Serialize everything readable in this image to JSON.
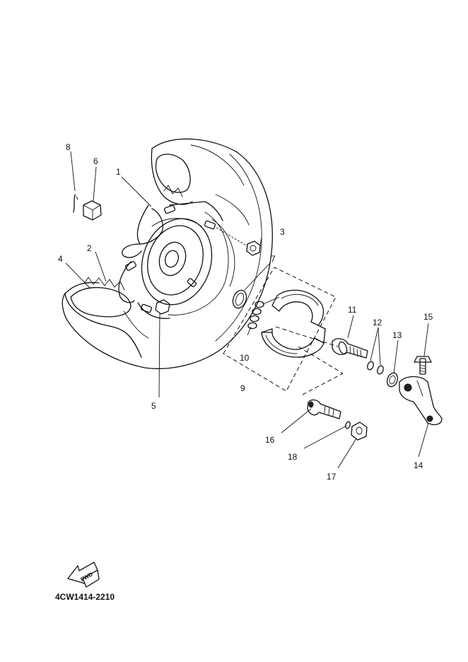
{
  "callouts": {
    "c1": "1",
    "c2": "2",
    "c3": "3",
    "c4": "4",
    "c5": "5",
    "c6": "6",
    "c7": "7",
    "c8": "8",
    "c9": "9",
    "c10": "10",
    "c11": "11",
    "c12": "12",
    "c13": "13",
    "c14": "14",
    "c15": "15",
    "c16": "16",
    "c17": "17",
    "c18": "18"
  },
  "drawing_code": "4CW1414-2210",
  "fwd_label": "FWD",
  "icons": {
    "fwd": "fwd-arrow-icon"
  },
  "colors": {
    "line": "#111111",
    "background": "#ffffff"
  }
}
